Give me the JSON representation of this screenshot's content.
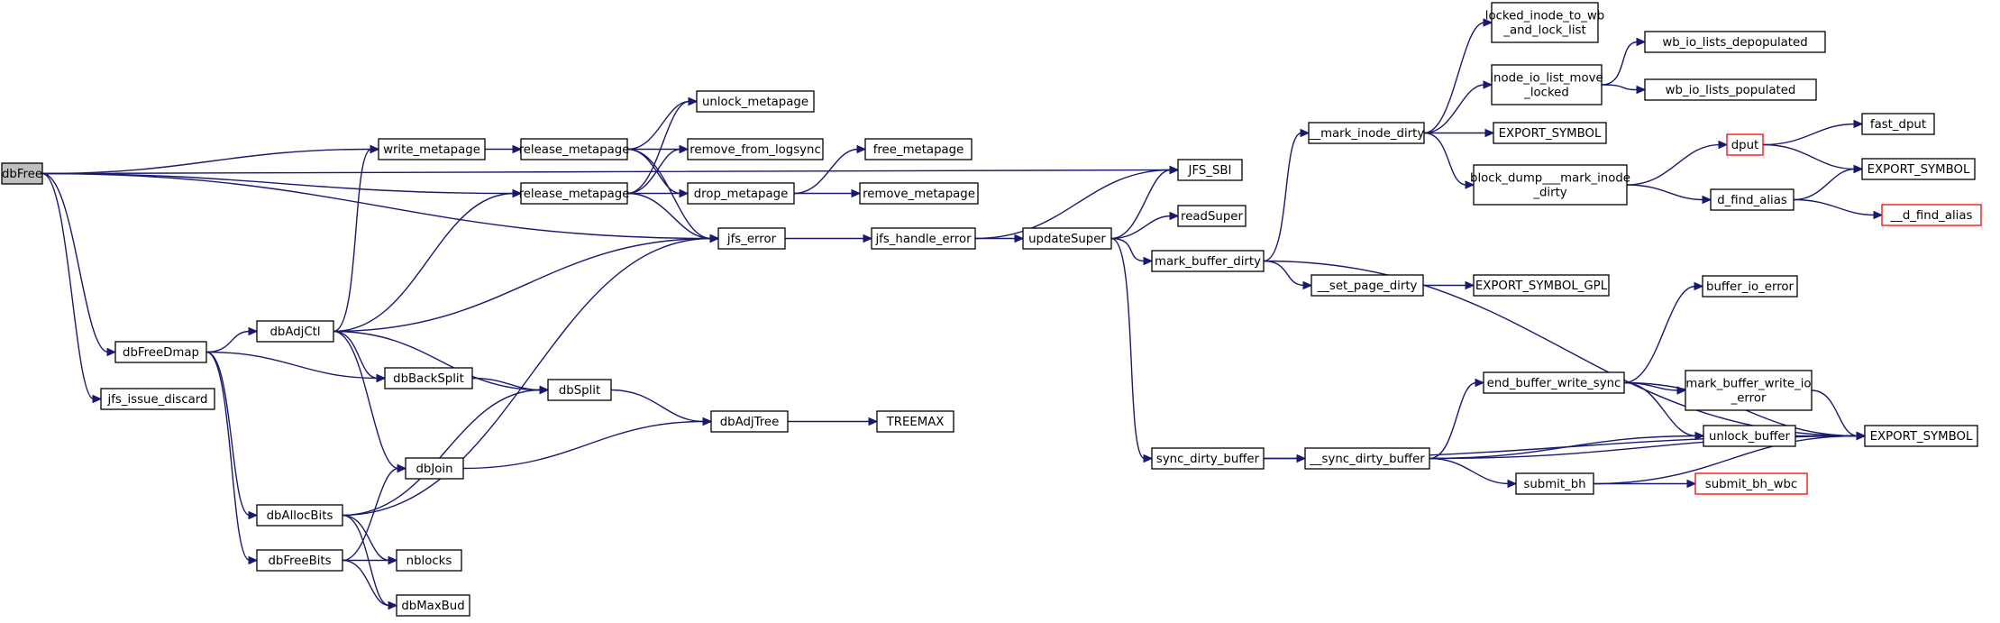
{
  "graph": {
    "colors": {
      "edge": "#191970",
      "node_border": "#000000",
      "external_border": "#ff0000",
      "root_fill": "#bfbfbf"
    },
    "nodes": [
      {
        "id": "dbFree",
        "lines": [
          "dbFree"
        ],
        "style": "root"
      },
      {
        "id": "write_metapage",
        "lines": [
          "write_metapage"
        ]
      },
      {
        "id": "release_metapage_1",
        "lines": [
          "release_metapage"
        ]
      },
      {
        "id": "release_metapage_2",
        "lines": [
          "release_metapage"
        ]
      },
      {
        "id": "unlock_metapage",
        "lines": [
          "unlock_metapage"
        ]
      },
      {
        "id": "remove_from_logsync",
        "lines": [
          "remove_from_logsync"
        ]
      },
      {
        "id": "drop_metapage",
        "lines": [
          "drop_metapage"
        ]
      },
      {
        "id": "free_metapage",
        "lines": [
          "free_metapage"
        ]
      },
      {
        "id": "remove_metapage",
        "lines": [
          "remove_metapage"
        ]
      },
      {
        "id": "jfs_error",
        "lines": [
          "jfs_error"
        ]
      },
      {
        "id": "jfs_handle_error",
        "lines": [
          "jfs_handle_error"
        ]
      },
      {
        "id": "updateSuper",
        "lines": [
          "updateSuper"
        ]
      },
      {
        "id": "JFS_SBI",
        "lines": [
          "JFS_SBI"
        ]
      },
      {
        "id": "readSuper",
        "lines": [
          "readSuper"
        ]
      },
      {
        "id": "mark_buffer_dirty",
        "lines": [
          "mark_buffer_dirty"
        ]
      },
      {
        "id": "sync_dirty_buffer",
        "lines": [
          "sync_dirty_buffer"
        ]
      },
      {
        "id": "mark_inode_dirty",
        "lines": [
          "__mark_inode_dirty"
        ]
      },
      {
        "id": "set_page_dirty",
        "lines": [
          "__set_page_dirty"
        ]
      },
      {
        "id": "EXPORT_SYMBOL_GPL",
        "lines": [
          "EXPORT_SYMBOL_GPL"
        ]
      },
      {
        "id": "locked_inode",
        "lines": [
          "locked_inode_to_wb",
          "_and_lock_list"
        ]
      },
      {
        "id": "inode_io_list",
        "lines": [
          "inode_io_list_move",
          "_locked"
        ]
      },
      {
        "id": "wb_depop",
        "lines": [
          "wb_io_lists_depopulated"
        ]
      },
      {
        "id": "wb_pop",
        "lines": [
          "wb_io_lists_populated"
        ]
      },
      {
        "id": "EXPORT_SYMBOL_a",
        "lines": [
          "EXPORT_SYMBOL"
        ]
      },
      {
        "id": "block_dump",
        "lines": [
          "block_dump___mark_inode",
          "_dirty"
        ]
      },
      {
        "id": "dput",
        "lines": [
          "dput"
        ],
        "style": "red"
      },
      {
        "id": "fast_dput",
        "lines": [
          "fast_dput"
        ]
      },
      {
        "id": "EXPORT_SYMBOL_b",
        "lines": [
          "EXPORT_SYMBOL"
        ]
      },
      {
        "id": "d_find_alias",
        "lines": [
          "d_find_alias"
        ]
      },
      {
        "id": "__d_find_alias",
        "lines": [
          "__d_find_alias"
        ],
        "style": "red"
      },
      {
        "id": "sync_dirty_buffer2",
        "lines": [
          "__sync_dirty_buffer"
        ]
      },
      {
        "id": "end_buffer_write_sync",
        "lines": [
          "end_buffer_write_sync"
        ]
      },
      {
        "id": "buffer_io_error",
        "lines": [
          "buffer_io_error"
        ]
      },
      {
        "id": "mark_buffer_write_io_error",
        "lines": [
          "mark_buffer_write_io",
          "_error"
        ]
      },
      {
        "id": "unlock_buffer",
        "lines": [
          "unlock_buffer"
        ]
      },
      {
        "id": "submit_bh",
        "lines": [
          "submit_bh"
        ]
      },
      {
        "id": "submit_bh_wbc",
        "lines": [
          "submit_bh_wbc"
        ],
        "style": "red"
      },
      {
        "id": "EXPORT_SYMBOL_c",
        "lines": [
          "EXPORT_SYMBOL"
        ]
      },
      {
        "id": "dbFreeDmap",
        "lines": [
          "dbFreeDmap"
        ]
      },
      {
        "id": "jfs_issue_discard",
        "lines": [
          "jfs_issue_discard"
        ]
      },
      {
        "id": "dbAdjCtl",
        "lines": [
          "dbAdjCtl"
        ]
      },
      {
        "id": "dbBackSplit",
        "lines": [
          "dbBackSplit"
        ]
      },
      {
        "id": "dbSplit",
        "lines": [
          "dbSplit"
        ]
      },
      {
        "id": "dbAdjTree",
        "lines": [
          "dbAdjTree"
        ]
      },
      {
        "id": "TREEMAX",
        "lines": [
          "TREEMAX"
        ]
      },
      {
        "id": "dbJoin",
        "lines": [
          "dbJoin"
        ]
      },
      {
        "id": "dbAllocBits",
        "lines": [
          "dbAllocBits"
        ]
      },
      {
        "id": "dbFreeBits",
        "lines": [
          "dbFreeBits"
        ]
      },
      {
        "id": "nblocks",
        "lines": [
          "nblocks"
        ]
      },
      {
        "id": "dbMaxBud",
        "lines": [
          "dbMaxBud"
        ]
      }
    ],
    "edges": [
      [
        "dbFree",
        "JFS_SBI"
      ],
      [
        "dbFree",
        "write_metapage"
      ],
      [
        "dbFree",
        "release_metapage_2"
      ],
      [
        "dbFree",
        "jfs_error"
      ],
      [
        "dbFree",
        "dbFreeDmap"
      ],
      [
        "dbFree",
        "jfs_issue_discard"
      ],
      [
        "write_metapage",
        "release_metapage_1"
      ],
      [
        "release_metapage_1",
        "unlock_metapage"
      ],
      [
        "release_metapage_1",
        "remove_from_logsync"
      ],
      [
        "release_metapage_1",
        "drop_metapage"
      ],
      [
        "release_metapage_1",
        "jfs_error"
      ],
      [
        "release_metapage_2",
        "unlock_metapage"
      ],
      [
        "release_metapage_2",
        "remove_from_logsync"
      ],
      [
        "release_metapage_2",
        "drop_metapage"
      ],
      [
        "release_metapage_2",
        "jfs_error"
      ],
      [
        "drop_metapage",
        "free_metapage"
      ],
      [
        "drop_metapage",
        "remove_metapage"
      ],
      [
        "jfs_error",
        "jfs_handle_error"
      ],
      [
        "jfs_handle_error",
        "JFS_SBI"
      ],
      [
        "jfs_handle_error",
        "updateSuper"
      ],
      [
        "updateSuper",
        "JFS_SBI"
      ],
      [
        "updateSuper",
        "readSuper"
      ],
      [
        "updateSuper",
        "mark_buffer_dirty"
      ],
      [
        "updateSuper",
        "sync_dirty_buffer"
      ],
      [
        "mark_buffer_dirty",
        "mark_inode_dirty"
      ],
      [
        "mark_buffer_dirty",
        "set_page_dirty"
      ],
      [
        "mark_buffer_dirty",
        "EXPORT_SYMBOL_c"
      ],
      [
        "set_page_dirty",
        "EXPORT_SYMBOL_GPL"
      ],
      [
        "mark_inode_dirty",
        "locked_inode"
      ],
      [
        "mark_inode_dirty",
        "inode_io_list"
      ],
      [
        "mark_inode_dirty",
        "EXPORT_SYMBOL_a"
      ],
      [
        "mark_inode_dirty",
        "block_dump"
      ],
      [
        "inode_io_list",
        "wb_depop"
      ],
      [
        "inode_io_list",
        "wb_pop"
      ],
      [
        "block_dump",
        "dput"
      ],
      [
        "block_dump",
        "d_find_alias"
      ],
      [
        "dput",
        "fast_dput"
      ],
      [
        "dput",
        "EXPORT_SYMBOL_b"
      ],
      [
        "d_find_alias",
        "EXPORT_SYMBOL_b"
      ],
      [
        "d_find_alias",
        "__d_find_alias"
      ],
      [
        "sync_dirty_buffer",
        "sync_dirty_buffer2"
      ],
      [
        "sync_dirty_buffer",
        "EXPORT_SYMBOL_c"
      ],
      [
        "sync_dirty_buffer2",
        "end_buffer_write_sync"
      ],
      [
        "sync_dirty_buffer2",
        "unlock_buffer"
      ],
      [
        "sync_dirty_buffer2",
        "submit_bh"
      ],
      [
        "sync_dirty_buffer2",
        "EXPORT_SYMBOL_c"
      ],
      [
        "end_buffer_write_sync",
        "buffer_io_error"
      ],
      [
        "end_buffer_write_sync",
        "mark_buffer_write_io_error"
      ],
      [
        "end_buffer_write_sync",
        "unlock_buffer"
      ],
      [
        "end_buffer_write_sync",
        "EXPORT_SYMBOL_c"
      ],
      [
        "mark_buffer_write_io_error",
        "EXPORT_SYMBOL_c"
      ],
      [
        "unlock_buffer",
        "EXPORT_SYMBOL_c"
      ],
      [
        "submit_bh",
        "submit_bh_wbc"
      ],
      [
        "submit_bh",
        "EXPORT_SYMBOL_c"
      ],
      [
        "dbFreeDmap",
        "dbAdjCtl"
      ],
      [
        "dbFreeDmap",
        "dbBackSplit"
      ],
      [
        "dbFreeDmap",
        "dbAllocBits"
      ],
      [
        "dbFreeDmap",
        "dbFreeBits"
      ],
      [
        "dbAdjCtl",
        "write_metapage"
      ],
      [
        "dbAdjCtl",
        "release_metapage_2"
      ],
      [
        "dbAdjCtl",
        "jfs_error"
      ],
      [
        "dbAdjCtl",
        "dbBackSplit"
      ],
      [
        "dbAdjCtl",
        "dbSplit"
      ],
      [
        "dbAdjCtl",
        "dbJoin"
      ],
      [
        "dbBackSplit",
        "dbSplit"
      ],
      [
        "dbSplit",
        "dbAdjTree"
      ],
      [
        "dbAdjTree",
        "TREEMAX"
      ],
      [
        "dbJoin",
        "dbAdjTree"
      ],
      [
        "dbAllocBits",
        "dbSplit"
      ],
      [
        "dbAllocBits",
        "jfs_error"
      ],
      [
        "dbAllocBits",
        "nblocks"
      ],
      [
        "dbAllocBits",
        "dbMaxBud"
      ],
      [
        "dbFreeBits",
        "dbJoin"
      ],
      [
        "dbFreeBits",
        "nblocks"
      ],
      [
        "dbFreeBits",
        "dbMaxBud"
      ]
    ]
  }
}
